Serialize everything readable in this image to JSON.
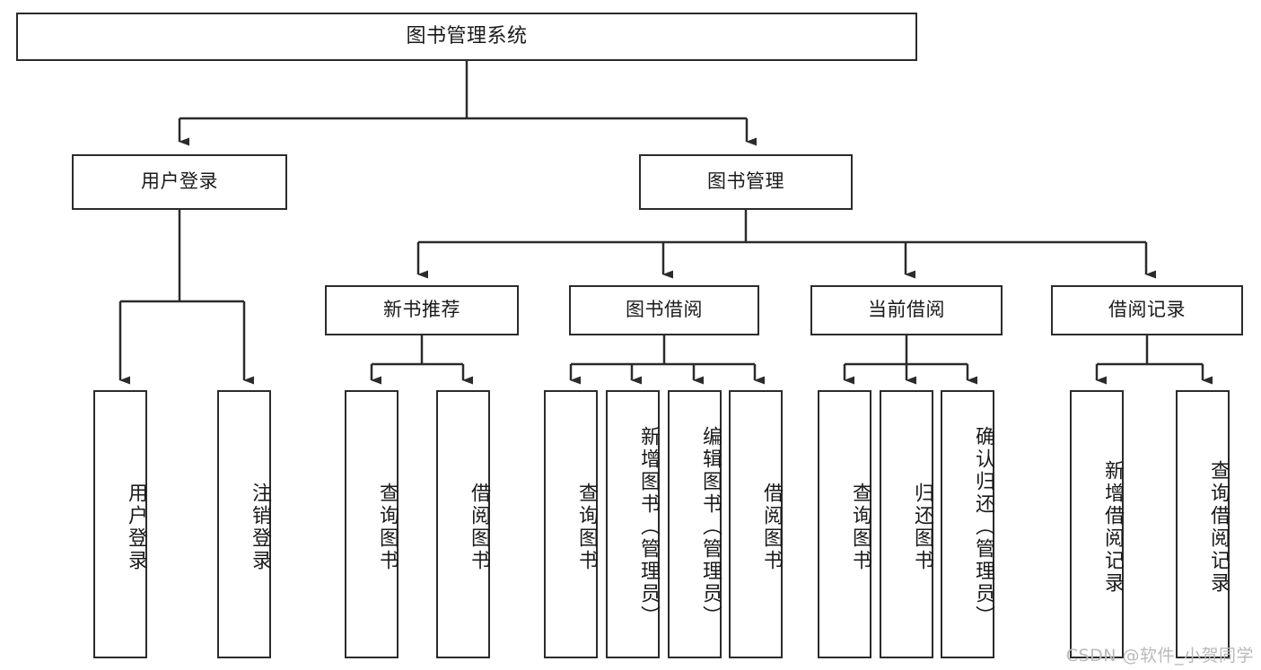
{
  "diagram": {
    "title": "图书管理系统",
    "type": "tree-hierarchy-chart",
    "watermark": "CSDN @软件_小贺同学",
    "colors": {
      "stroke": "#2b2b2b",
      "background": "#ffffff",
      "text": "#1a1a1a",
      "watermark": "#b9b9b9"
    },
    "nodes": {
      "root": {
        "label": "图书管理系统"
      },
      "level2": [
        {
          "id": "user-login",
          "label": "用户登录"
        },
        {
          "id": "book-manage",
          "label": "图书管理"
        }
      ],
      "level3": [
        {
          "id": "new-book-recommend",
          "label": "新书推荐"
        },
        {
          "id": "book-borrow",
          "label": "图书借阅"
        },
        {
          "id": "current-borrow",
          "label": "当前借阅"
        },
        {
          "id": "borrow-record",
          "label": "借阅记录"
        }
      ],
      "leaves": {
        "user-login": [
          {
            "id": "leaf-user-login",
            "label": "用户登录"
          },
          {
            "id": "leaf-logout",
            "label": "注销登录"
          }
        ],
        "new-book-recommend": [
          {
            "id": "leaf-query-book-1",
            "label": "查询图书"
          },
          {
            "id": "leaf-borrow-book-1",
            "label": "借阅图书"
          }
        ],
        "book-borrow": [
          {
            "id": "leaf-query-book-2",
            "label": "查询图书"
          },
          {
            "id": "leaf-add-book",
            "label": "新增图书（管理员）"
          },
          {
            "id": "leaf-edit-book",
            "label": "编辑图书（管理员）"
          },
          {
            "id": "leaf-borrow-book-2",
            "label": "借阅图书"
          }
        ],
        "current-borrow": [
          {
            "id": "leaf-query-book-3",
            "label": "查询图书"
          },
          {
            "id": "leaf-return-book",
            "label": "归还图书"
          },
          {
            "id": "leaf-confirm-return",
            "label": "确认归还（管理员）"
          }
        ],
        "borrow-record": [
          {
            "id": "leaf-add-record",
            "label": "新增借阅记录"
          },
          {
            "id": "leaf-query-record",
            "label": "查询借阅记录"
          }
        ]
      }
    }
  }
}
